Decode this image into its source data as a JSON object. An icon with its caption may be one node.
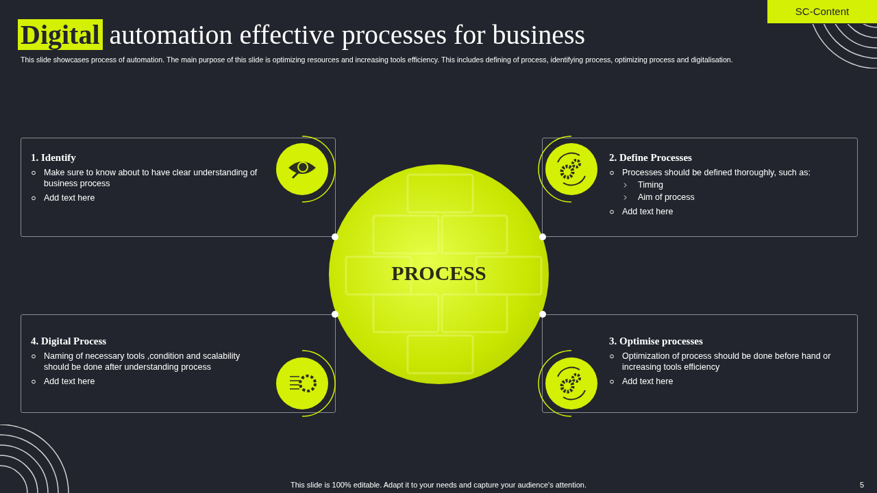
{
  "diagram": {
    "title": "**Digital** automation effective processes for business",
    "nodes": [
      {
        "text": [
          "PROCESS"
        ]
      },
      {
        "text": [
          "1. Identify",
          "Make sure to know about to have  clear understanding of business process",
          "Add text here"
        ]
      },
      {
        "text": [
          "2. Define Processes",
          "Processes should be defined thoroughly, such as:",
          "Timing",
          "Aim of process",
          "Add text here"
        ]
      },
      {
        "text": [
          "4. Digital Process",
          "Naming of necessary tools ,condition and scalability should be done after understanding  process",
          "Add text here"
        ]
      },
      {
        "text": [
          "3. Optimise processes",
          "Optimization of process should be done before hand or increasing tools efficiency",
          "Add text here"
        ]
      }
    ],
    "labels": [
      "SC-Content",
      "This slide showcases process of automation. The main purpose of this slide is optimizing resources and increasing tools efficiency. This includes defining of process, identifying process, optimizing process and digitalisation.",
      "This slide is 100% editable. Adapt it to your needs and capture your audience's attention.",
      "5"
    ]
  }
}
